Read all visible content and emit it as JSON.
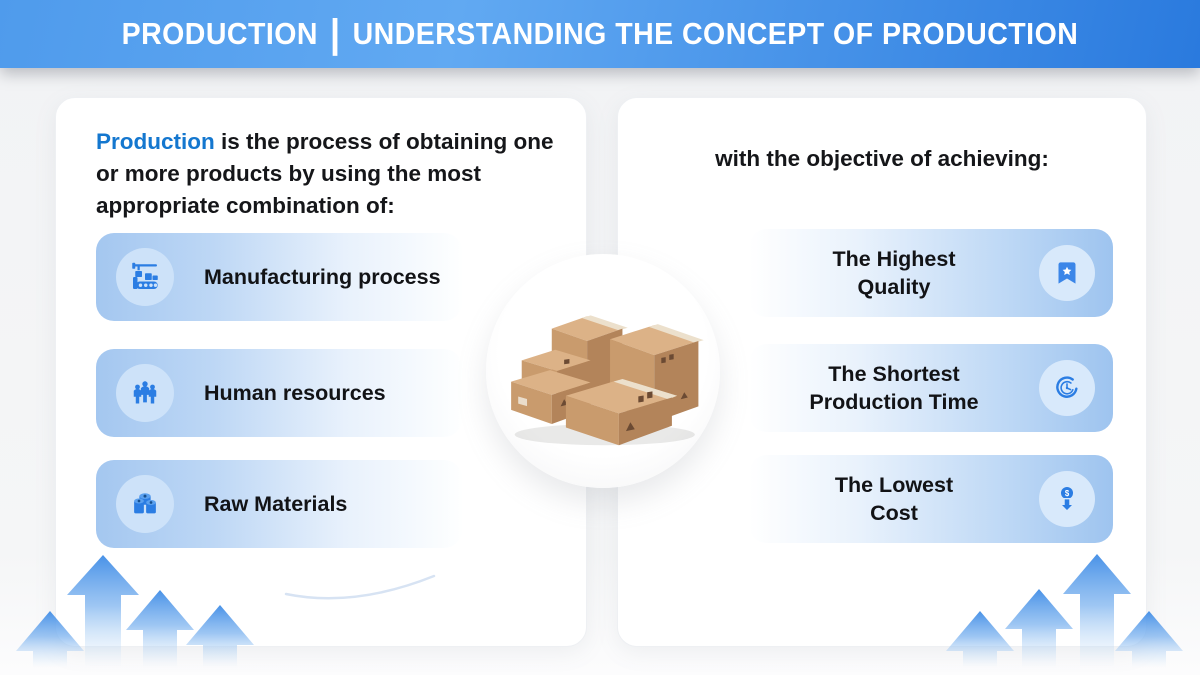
{
  "header": {
    "title_left": "PRODUCTION",
    "separator": "|",
    "title_right": "UNDERSTANDING THE CONCEPT OF PRODUCTION"
  },
  "left_panel": {
    "intro_highlight": "Production",
    "intro_rest": " is the process of obtaining one or more products by using the most appropriate combination of:",
    "items": [
      {
        "label": "Manufacturing process",
        "icon": "factory-conveyor-icon"
      },
      {
        "label": "Human resources",
        "icon": "people-icon"
      },
      {
        "label": "Raw Materials",
        "icon": "barrels-icon"
      }
    ]
  },
  "right_panel": {
    "heading": "with the objective of achieving:",
    "items": [
      {
        "line1": "The Highest",
        "line2": "Quality",
        "icon": "bookmark-star-icon"
      },
      {
        "line1": "The Shortest",
        "line2": "Production Time",
        "icon": "timer-icon"
      },
      {
        "line1": "The Lowest",
        "line2": "Cost",
        "icon": "dollar-down-icon",
        "icon_glyph": "$"
      }
    ]
  },
  "center": {
    "illustration": "cardboard-boxes"
  },
  "colors": {
    "banner_blue_light": "#61a9f2",
    "banner_blue_dark": "#2a7ade",
    "accent_blue": "#1477cf",
    "pill_blue": "#a4c7f0",
    "badge_blue": "#cde2f9",
    "icon_blue": "#2b7de3",
    "arrow_blue": "#4c92e4",
    "text_dark": "#151619",
    "cardboard": "#c99b6d"
  }
}
